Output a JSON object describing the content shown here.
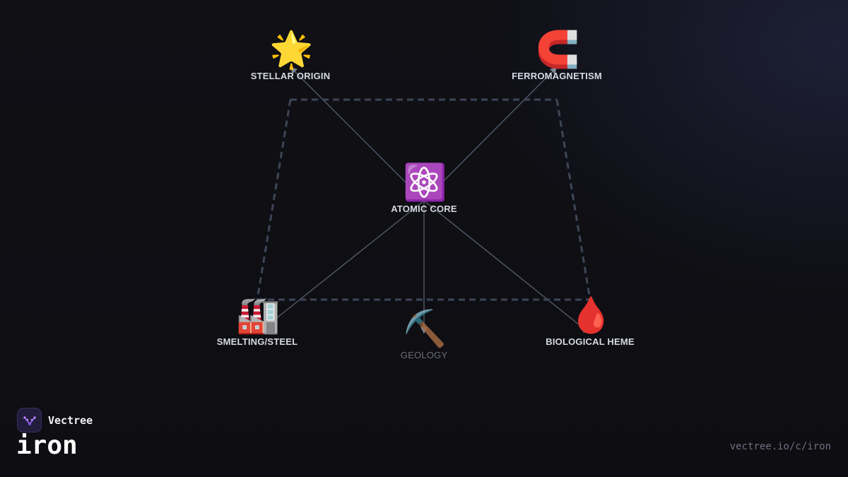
{
  "diagram": {
    "nodes": [
      {
        "id": "stellar",
        "label": "STELLAR ORIGIN",
        "icon": "star-icon",
        "glyph": "🌟"
      },
      {
        "id": "ferro",
        "label": "FERROMAGNETISM",
        "icon": "magnet-icon",
        "glyph": "🧲"
      },
      {
        "id": "core",
        "label": "ATOMIC CORE",
        "icon": "atom-icon",
        "glyph": "⚛️"
      },
      {
        "id": "smelting",
        "label": "SMELTING/STEEL",
        "icon": "factory-icon",
        "glyph": "🏭"
      },
      {
        "id": "geology",
        "label": "GEOLOGY",
        "icon": "pick-icon",
        "glyph": "⛏️"
      },
      {
        "id": "heme",
        "label": "BIOLOGICAL HEME",
        "icon": "blood-drop-icon",
        "glyph": "🩸"
      }
    ],
    "edges": [
      {
        "from": "core",
        "to": "stellar",
        "style": "solid"
      },
      {
        "from": "core",
        "to": "ferro",
        "style": "solid"
      },
      {
        "from": "core",
        "to": "smelting",
        "style": "solid"
      },
      {
        "from": "core",
        "to": "geology",
        "style": "solid"
      },
      {
        "from": "core",
        "to": "heme",
        "style": "solid"
      },
      {
        "from": "stellar",
        "to": "ferro",
        "style": "dashed"
      },
      {
        "from": "stellar",
        "to": "smelting",
        "style": "dashed"
      },
      {
        "from": "ferro",
        "to": "heme",
        "style": "dashed"
      },
      {
        "from": "smelting",
        "to": "heme",
        "style": "dashed"
      }
    ],
    "colors": {
      "solid_edge": "#56606f",
      "dashed_edge": "#3d4657",
      "label": "#d6d9e2",
      "dim_label": "#6b6e78"
    }
  },
  "brand": {
    "name": "Vectree",
    "logo_icon": "vectree-logo-icon"
  },
  "title": "iron",
  "url": "vectree.io/c/iron"
}
